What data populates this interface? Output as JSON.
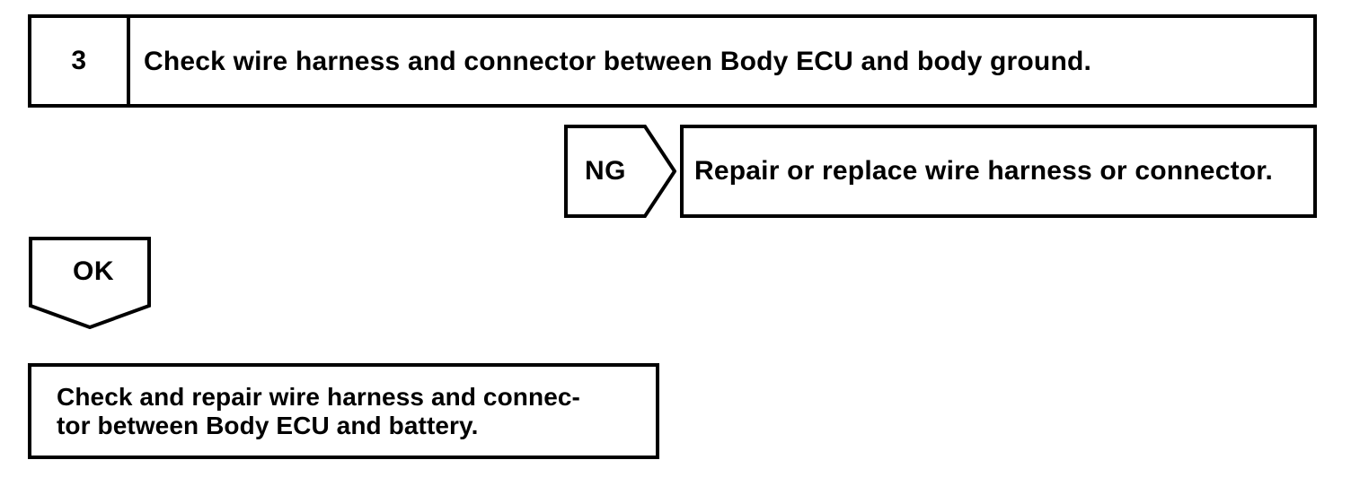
{
  "document": {
    "type": "troubleshooting-flowchart",
    "ink_color": "#000000",
    "background_color": "#ffffff"
  },
  "step": {
    "number": "3",
    "description": "Check wire harness and connector between Body ECU and body ground."
  },
  "branches": [
    {
      "result_label": "NG",
      "direction": "right",
      "action": "Repair or replace wire harness or connector."
    },
    {
      "result_label": "OK",
      "direction": "down",
      "action_lines": [
        "Check and repair wire harness and connec-",
        "tor between Body ECU and battery."
      ]
    }
  ],
  "ng_branch": {
    "label": "NG",
    "action": "Repair or replace wire harness or connector."
  },
  "ok_branch": {
    "label": "OK",
    "action_line_1": "Check and repair wire harness and connec-",
    "action_line_2": "tor between Body ECU and battery."
  }
}
